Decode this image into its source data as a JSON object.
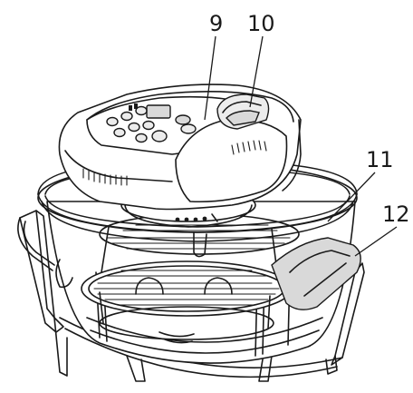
{
  "callouts": [
    {
      "number": "9",
      "part": "control-unit"
    },
    {
      "number": "10",
      "part": "lid-handle"
    },
    {
      "number": "11",
      "part": "extender-ring"
    },
    {
      "number": "12",
      "part": "stand-handle"
    }
  ]
}
